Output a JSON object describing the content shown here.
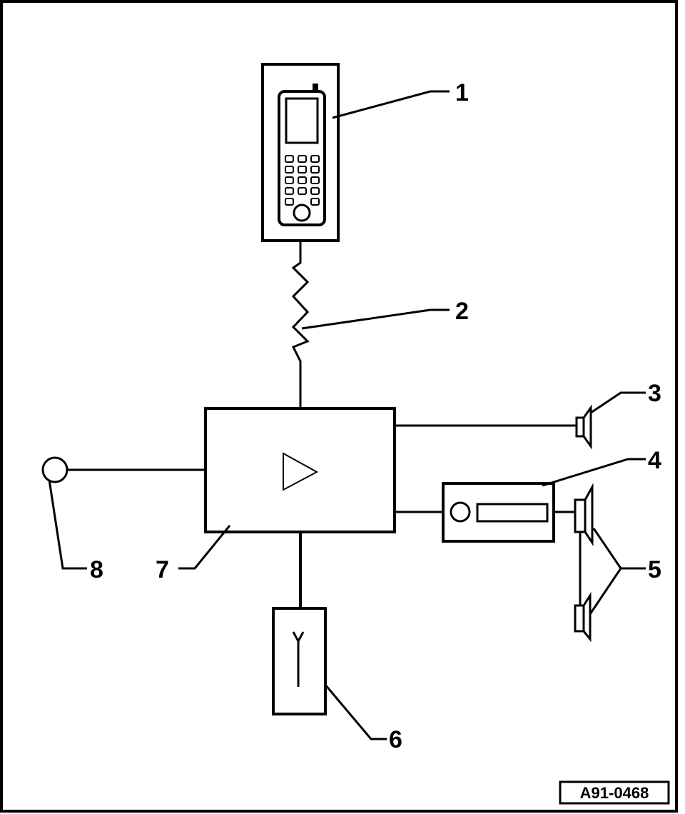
{
  "callouts": {
    "c1": "1",
    "c2": "2",
    "c3": "3",
    "c4": "4",
    "c5": "5",
    "c6": "6",
    "c7": "7",
    "c8": "8"
  },
  "reference_code": "A91-0468"
}
